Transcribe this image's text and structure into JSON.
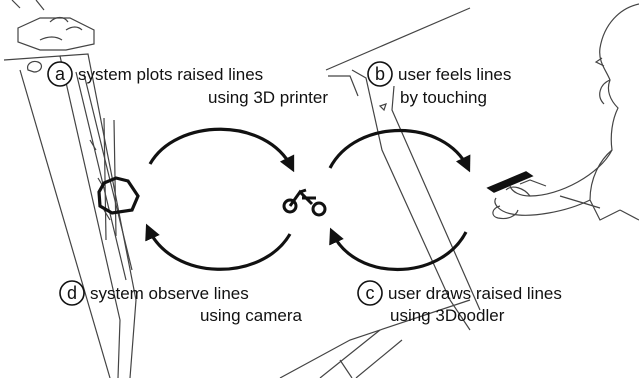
{
  "steps": [
    {
      "id": "a",
      "line1": "system plots raised lines",
      "line2": "using 3D printer"
    },
    {
      "id": "b",
      "line1": "user feels lines",
      "line2": "by touching"
    },
    {
      "id": "c",
      "line1": "user draws raised lines",
      "line2": "using 3Doodler"
    },
    {
      "id": "d",
      "line1": "system observe lines",
      "line2": "using camera"
    }
  ]
}
